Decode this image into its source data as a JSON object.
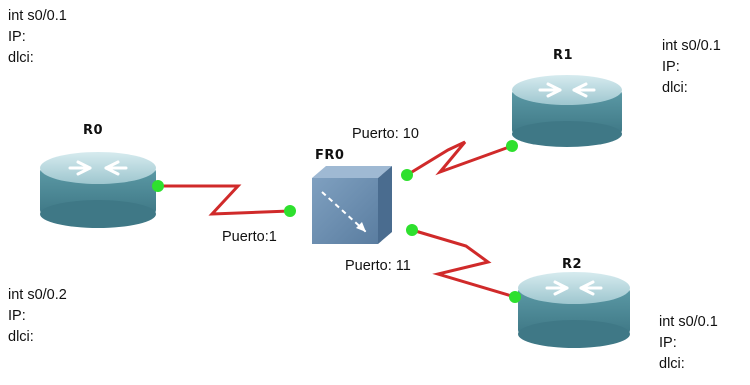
{
  "colors": {
    "router_body": "#4f8f9c",
    "router_top": "#bcd9e0",
    "switch_body": "#6d8fb1",
    "link": "#d02a2a",
    "port_dot": "#2ee02e"
  },
  "devices": {
    "r0": {
      "name": "R0",
      "icon": "router-icon"
    },
    "r1": {
      "name": "R1",
      "icon": "router-icon"
    },
    "r2": {
      "name": "R2",
      "icon": "router-icon"
    },
    "fr0": {
      "name": "FR0",
      "icon": "frame-relay-switch-icon"
    }
  },
  "ports": {
    "r0_link": "Puerto:1",
    "r1_link": "Puerto: 10",
    "r2_link": "Puerto: 11"
  },
  "notes": {
    "r0": {
      "interface": "int s0/0.1",
      "ip": "IP:",
      "dlci": "dlci:"
    },
    "r0b": {
      "interface": "int s0/0.2",
      "ip": "IP:",
      "dlci": "dlci:"
    },
    "r1": {
      "interface": "int s0/0.1",
      "ip": "IP:",
      "dlci": "dlci:"
    },
    "r2": {
      "interface": "int s0/0.1",
      "ip": "IP:",
      "dlci": "dlci:"
    }
  }
}
